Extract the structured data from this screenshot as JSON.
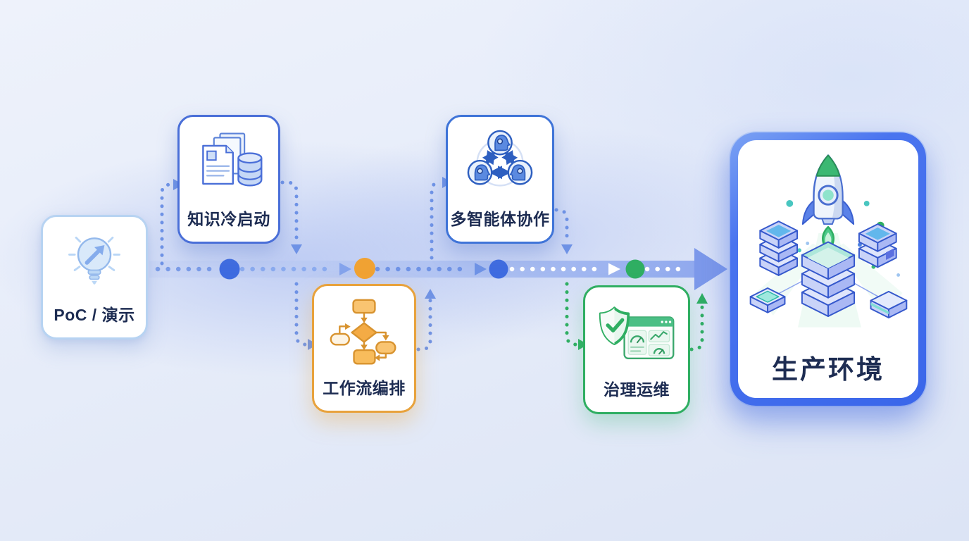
{
  "diagram": {
    "type": "left-to-right process flow",
    "stages": [
      {
        "id": "poc",
        "label": "PoC / 演示",
        "icon": "lightbulb-arrow-icon",
        "accent_color": "#b7d3f2"
      },
      {
        "id": "knowledge",
        "label": "知识冷启动",
        "icon": "documents-database-icon",
        "accent_color": "#4a6fd8"
      },
      {
        "id": "workflow",
        "label": "工作流编排",
        "icon": "flowchart-icon",
        "accent_color": "#e8a23c"
      },
      {
        "id": "multi-agent",
        "label": "多智能体协作",
        "icon": "multi-agent-heads-icon",
        "accent_color": "#3f74d8"
      },
      {
        "id": "governance",
        "label": "治理运维",
        "icon": "shield-dashboard-icon",
        "accent_color": "#2fae62"
      },
      {
        "id": "production",
        "label": "生产环境",
        "icon": "rocket-servers-icon",
        "accent_color": "#3a66ea"
      }
    ],
    "timeline": {
      "band_color": "#8fa8ee",
      "arrowhead_color": "#7d99ea",
      "milestone_colors": [
        "#3e6be0",
        "#f0a233",
        "#3e6be0",
        "#2fae62"
      ],
      "connector_colors": {
        "default": "#6f93e6",
        "governance_branch": "#2fae62"
      }
    }
  }
}
